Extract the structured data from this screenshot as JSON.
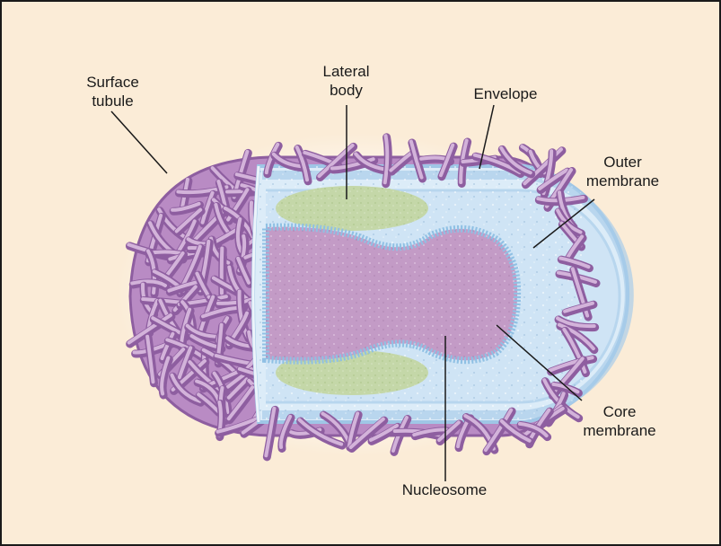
{
  "colors": {
    "background": "#fbecd7",
    "border": "#1a1a1a",
    "tubule_body": "#b98bc4",
    "tubule_light": "#d3b3da",
    "tubule_dark": "#8e5ea0",
    "envelope": "#c7e0f3",
    "membrane": "#9fc6e6",
    "core": "#c39bc6",
    "lateral_body": "#c4d7a8",
    "leader_line": "#1a1a1a"
  },
  "labels": {
    "surface_tubule": [
      "Surface",
      "tubule"
    ],
    "lateral_body": [
      "Lateral",
      "body"
    ],
    "envelope": [
      "Envelope"
    ],
    "outer_membrane": [
      "Outer",
      "membrane"
    ],
    "core_membrane": [
      "Core",
      "membrane"
    ],
    "nucleosome": [
      "Nucleosome"
    ]
  }
}
